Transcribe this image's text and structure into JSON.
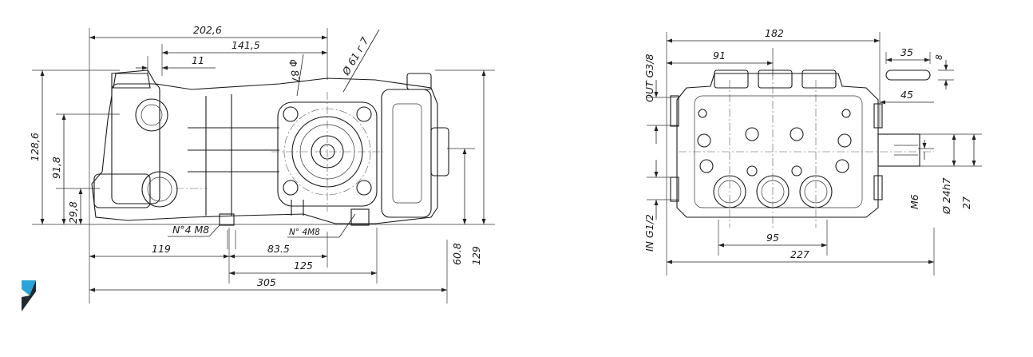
{
  "side_view": {
    "dims": {
      "d202_6": "202,6",
      "d141_5": "141,5",
      "d11": "11",
      "phi87": "Φ 87",
      "phi61": "Ø 61 г 7",
      "d128_6": "128,6",
      "d91_8": "91,8",
      "d29_8": "29,8",
      "n4m8": "N°4  M8",
      "n4m8_b": "N° 4M8",
      "d119": "119",
      "d83_5": "83.5",
      "d125": "125",
      "d305": "305",
      "d60_8": "60.8",
      "d129": "129"
    }
  },
  "front_view": {
    "dims": {
      "d182": "182",
      "d91": "91",
      "d35": "35",
      "d8": "8",
      "d45": "45",
      "out": "OUT G3/8",
      "in": "IN G1/2",
      "m6": "M6",
      "phi24": "Ø 24h7",
      "d27": "27",
      "d95": "95",
      "d227": "227"
    }
  },
  "logo": {
    "color_top": "#2aa3d8",
    "color_bottom": "#1f2a33"
  }
}
